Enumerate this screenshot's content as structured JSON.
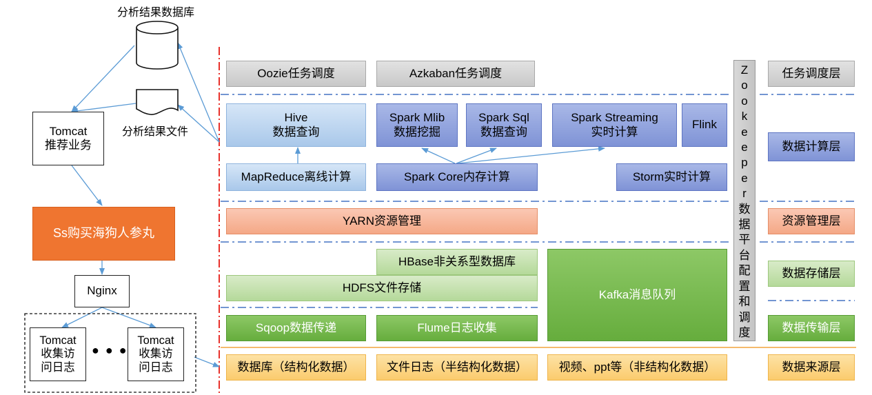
{
  "scheduling": {
    "oozie": "Oozie任务调度",
    "azkaban": "Azkaban任务调度"
  },
  "compute": {
    "hive": [
      "Hive",
      "数据查询"
    ],
    "spark_mlib": [
      "Spark Mlib",
      "数据挖掘"
    ],
    "spark_sql": [
      "Spark Sql",
      "数据查询"
    ],
    "spark_streaming": [
      "Spark Streaming",
      "实时计算"
    ],
    "flink": "Flink",
    "mapreduce": "MapReduce离线计算",
    "spark_core": "Spark Core内存计算",
    "storm": "Storm实时计算"
  },
  "resource": {
    "yarn": "YARN资源管理"
  },
  "storage": {
    "hbase": "HBase非关系型数据库",
    "hdfs": "HDFS文件存储",
    "kafka": "Kafka消息队列"
  },
  "transport": {
    "sqoop": "Sqoop数据传递",
    "flume": "Flume日志收集"
  },
  "sources": {
    "db": "数据库（结构化数据）",
    "log": "文件日志（半结构化数据）",
    "video": "视频、ppt等（非结构化数据）"
  },
  "zookeeper": {
    "letters": [
      "Z",
      "o",
      "o",
      "k",
      "e",
      "e",
      "p",
      "e",
      "r"
    ],
    "chars": [
      "数",
      "据",
      "平",
      "台",
      "配",
      "置",
      "和",
      "调",
      "度"
    ]
  },
  "layers": {
    "scheduling": "任务调度层",
    "compute": "数据计算层",
    "resource": "资源管理层",
    "storage": "数据存储层",
    "transport": "数据传输层",
    "source": "数据来源层"
  },
  "left": {
    "result_db": "分析结果数据库",
    "result_file": "分析结果文件",
    "tomcat_rec": [
      "Tomcat",
      "推荐业务"
    ],
    "product": "Ss购买海狗人参丸",
    "nginx": "Nginx",
    "tomcat_log_1": [
      "Tomcat",
      "收集访",
      "问日志"
    ],
    "tomcat_log_2": [
      "Tomcat",
      "收集访",
      "问日志"
    ],
    "dots": "● ● ●"
  },
  "colors": {
    "gray": "#c8c8c8",
    "light_blue": "#a9c8ea",
    "dark_blue": "#7f93d6",
    "orange_layer": "#f4a886",
    "light_green": "#b5d99a",
    "green": "#66ad3d",
    "yellow": "#fbcb6d",
    "product_orange": "#ef7530",
    "red_divider": "#e8302a",
    "blue_divider": "#4472c4",
    "arrow": "#5b9bd5"
  }
}
